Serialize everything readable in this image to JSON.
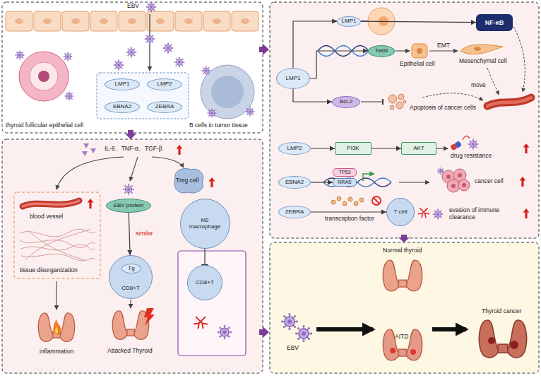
{
  "diagram": {
    "nodes": [
      {
        "text": [
          "LMP1"
        ]
      },
      {
        "text": [
          "LMP2"
        ]
      },
      {
        "text": [
          "EBNA2"
        ]
      },
      {
        "text": [
          "ZEBRA"
        ]
      },
      {
        "text": [
          "EBV protein"
        ]
      },
      {
        "text": [
          "CD8+T"
        ]
      },
      {
        "text": [
          "Tg"
        ],
        "in": 5
      },
      {
        "text": [
          "M2 macrophage"
        ]
      },
      {
        "text": [
          "CD8+T"
        ]
      },
      {
        "text": [
          "LMP1"
        ]
      },
      {
        "text": [
          "LMP1"
        ]
      },
      {
        "text": [
          "NF-κB"
        ]
      },
      {
        "text": [
          "Twist"
        ]
      },
      {
        "text": [
          "Bcl-2"
        ]
      },
      {
        "text": [
          "LMP2"
        ]
      },
      {
        "text": [
          "PI3K"
        ]
      },
      {
        "text": [
          "AKT"
        ]
      },
      {
        "text": [
          "EBNA2"
        ]
      },
      {
        "text": [
          "TP53"
        ]
      },
      {
        "text": [
          "NRAS"
        ]
      },
      {
        "text": [
          "ZEBRA"
        ]
      },
      {
        "text": [
          "T cell"
        ]
      }
    ],
    "edges": [
      {
        "from": 4,
        "to": 5,
        "arrow": "to",
        "label": "similar"
      },
      {
        "from": 7,
        "to": 8,
        "arrow": "to"
      },
      {
        "from": 9,
        "to": 10,
        "arrow": "to"
      },
      {
        "from": 10,
        "to": 11,
        "arrow": "to"
      },
      {
        "from": 9,
        "to": 12,
        "arrow": "to"
      },
      {
        "from": 9,
        "to": 13,
        "arrow": "to"
      },
      {
        "from": 14,
        "to": 15,
        "arrow": "to"
      },
      {
        "from": 15,
        "to": 16,
        "arrow": "to"
      },
      {
        "from": 17,
        "to": 19,
        "arrow": "to"
      },
      {
        "from": 20,
        "to": 21,
        "arrow": "to"
      }
    ],
    "labels": [
      "EBV",
      "thyroid follicular epithelial cell",
      "B cells in tumor tissue",
      "IL-6、TNF-α、TGF-β",
      "blood vessel",
      "tissue disorganization",
      "inflammation",
      "Attacked Thyroid",
      "Treg cell",
      "EMT",
      "Epithelial cell",
      "Mesenchymal cell",
      "move",
      "Apoptosis of cancer cells",
      "drug resistance",
      "cancer cell",
      "transcription factor",
      "evasion of immune clearance",
      "EBV",
      "Normal thyroid",
      "AITD",
      "Thyroid cancer"
    ]
  }
}
